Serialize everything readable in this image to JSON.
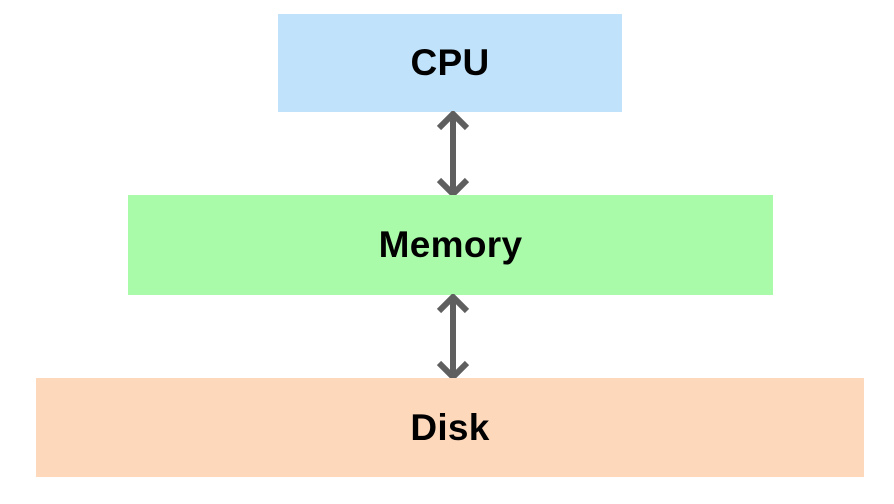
{
  "diagram": {
    "name": "memory-hierarchy",
    "background_color": "#ffffff",
    "text_color": "#000000",
    "arrow_color": "#5f5f5f",
    "nodes": [
      {
        "id": "cpu",
        "label": "CPU",
        "color": "#c1e2fb"
      },
      {
        "id": "memory",
        "label": "Memory",
        "color": "#a9fba9"
      },
      {
        "id": "disk",
        "label": "Disk",
        "color": "#fed8bb"
      }
    ],
    "edges": [
      {
        "from": "CPU",
        "to": "Memory",
        "style": "double-headed-vertical-arrow"
      },
      {
        "from": "Memory",
        "to": "Disk",
        "style": "double-headed-vertical-arrow"
      }
    ]
  }
}
